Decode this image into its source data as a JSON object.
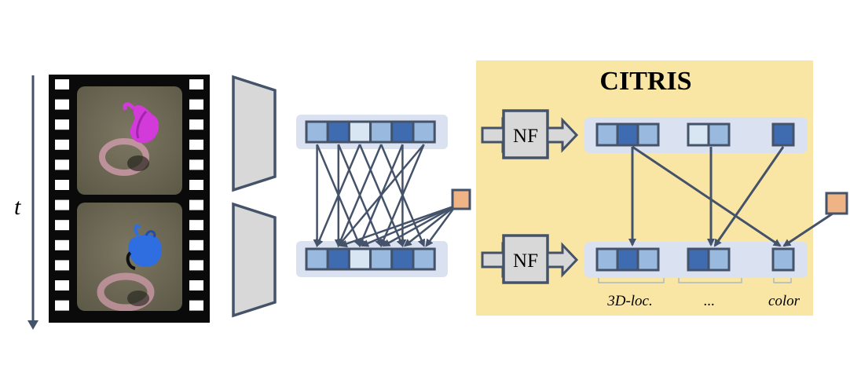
{
  "figure": {
    "time_axis_label": "t",
    "panel_title": "CITRIS",
    "flow_label_top": "NF",
    "flow_label_bottom": "NF",
    "group_labels": [
      "3D-loc.",
      "...",
      "color"
    ]
  },
  "colors": {
    "background": "#ffffff",
    "citris_panel": "#fae6a4",
    "latent_strip": "#dae1f0",
    "cell_dark": "#3f6cb1",
    "cell_mid": "#9ab9df",
    "cell_light": "#d8e6f3",
    "cell_border": "#44526a",
    "arrow": "#44526a",
    "action_node": "#efb486",
    "encoder_fill": "#d8d8d8",
    "film_black": "#0a0a0a",
    "frame_bg": "#6e6a55",
    "teapot_magenta": "#d23ad9",
    "teapot_blue": "#2f6ee0",
    "shadow_ring": "#d79fb0"
  },
  "latent_rows": {
    "left_top": [
      "mid",
      "dark",
      "light",
      "mid",
      "dark",
      "mid"
    ],
    "left_bottom": [
      "mid",
      "dark",
      "light",
      "mid",
      "dark",
      "mid"
    ],
    "citris_top_groups": [
      [
        "mid",
        "dark",
        "mid"
      ],
      [
        "light",
        "mid"
      ],
      [
        "dark"
      ]
    ],
    "citris_bottom_groups": [
      [
        "mid",
        "dark",
        "mid"
      ],
      [
        "dark",
        "mid"
      ],
      [
        "mid"
      ]
    ]
  }
}
